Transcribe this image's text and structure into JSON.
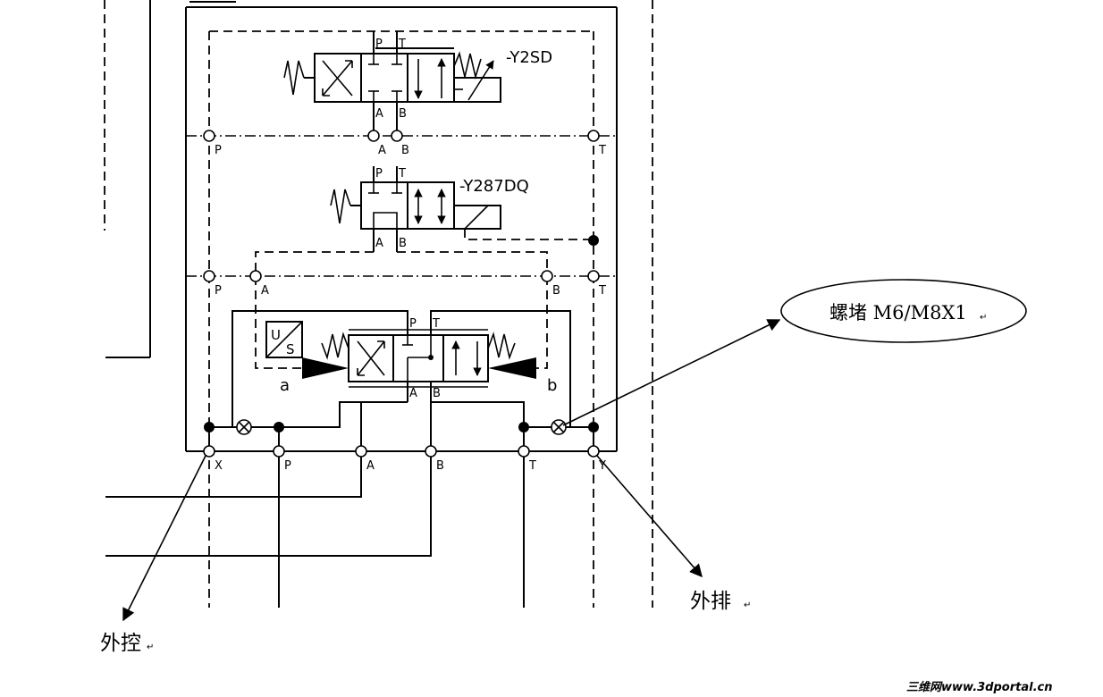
{
  "valves": {
    "top": {
      "label": "-Y2SD",
      "ports": {
        "p": "P",
        "t": "T",
        "a": "A",
        "b": "B"
      }
    },
    "middle": {
      "label": "-Y287DQ",
      "ports": {
        "p": "P",
        "t": "T",
        "a": "A",
        "b": "B"
      }
    },
    "main": {
      "ports": {
        "p": "P",
        "t": "T",
        "a": "A",
        "b": "B"
      },
      "pilot_a": "a",
      "pilot_b": "b",
      "sensor_u": "U",
      "sensor_s": "S"
    }
  },
  "rail1": {
    "p": "P",
    "a": "A",
    "b": "B",
    "t": "T"
  },
  "rail2": {
    "p": "P",
    "a": "A",
    "b": "B",
    "t": "T"
  },
  "base": {
    "x": "X",
    "p": "P",
    "a": "A",
    "b": "B",
    "t": "T",
    "y": "Y"
  },
  "callouts": {
    "plug": "螺堵 M6/M8X1",
    "external_control": "外控",
    "external_drain": "外排"
  },
  "return_mark": "↵",
  "watermark": "三维网www.3dportal.cn",
  "colors": {
    "watermark": "#e0261b",
    "line": "#000000"
  }
}
